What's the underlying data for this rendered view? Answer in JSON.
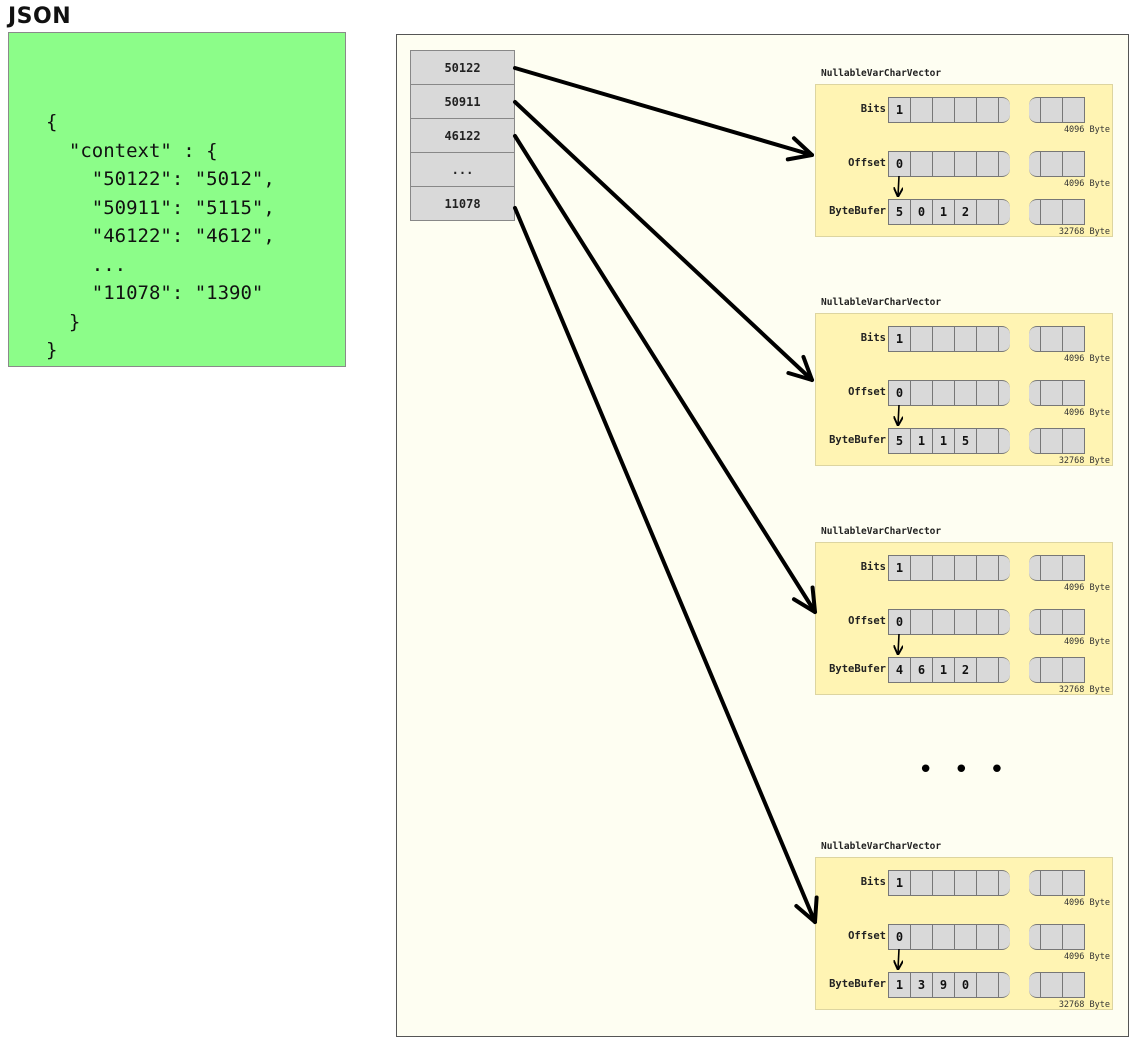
{
  "json_panel": {
    "title": "JSON",
    "code_lines": [
      "{",
      "  \"context\" : {",
      "    \"50122\": \"5012\",",
      "    \"50911\": \"5115\",",
      "    \"46122\": \"4612\",",
      "    ...",
      "    \"11078\": \"1390\"",
      "  }",
      "}"
    ]
  },
  "keys": [
    "50122",
    "50911",
    "46122",
    "...",
    "11078"
  ],
  "vectors": [
    {
      "title": "NullableVarCharVector",
      "bits": {
        "label": "Bits",
        "first": "1",
        "size": "4096 Byte"
      },
      "offset": {
        "label": "Offset",
        "first": "0",
        "size": "4096 Byte"
      },
      "buffer": {
        "label": "ByteBufer",
        "values": [
          "5",
          "0",
          "1",
          "2"
        ],
        "size": "32768 Byte"
      }
    },
    {
      "title": "NullableVarCharVector",
      "bits": {
        "label": "Bits",
        "first": "1",
        "size": "4096 Byte"
      },
      "offset": {
        "label": "Offset",
        "first": "0",
        "size": "4096 Byte"
      },
      "buffer": {
        "label": "ByteBufer",
        "values": [
          "5",
          "1",
          "1",
          "5"
        ],
        "size": "32768 Byte"
      }
    },
    {
      "title": "NullableVarCharVector",
      "bits": {
        "label": "Bits",
        "first": "1",
        "size": "4096 Byte"
      },
      "offset": {
        "label": "Offset",
        "first": "0",
        "size": "4096 Byte"
      },
      "buffer": {
        "label": "ByteBufer",
        "values": [
          "4",
          "6",
          "1",
          "2"
        ],
        "size": "32768 Byte"
      }
    },
    {
      "title": "NullableVarCharVector",
      "bits": {
        "label": "Bits",
        "first": "1",
        "size": "4096 Byte"
      },
      "offset": {
        "label": "Offset",
        "first": "0",
        "size": "4096 Byte"
      },
      "buffer": {
        "label": "ByteBufer",
        "values": [
          "1",
          "3",
          "9",
          "0"
        ],
        "size": "32768 Byte"
      }
    }
  ],
  "ellipsis": "• • •",
  "colors": {
    "json_bg": "#8cfd89",
    "panel_bg": "#fefef2",
    "vector_bg": "#fff4b3",
    "cell_bg": "#d9d9d9",
    "arrow": "#000000"
  }
}
